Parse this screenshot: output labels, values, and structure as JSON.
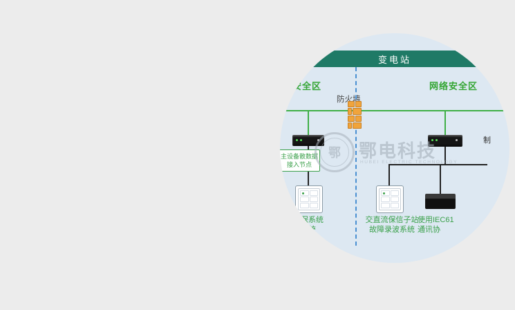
{
  "diagram": {
    "header": "变电站",
    "zone_left": "网络安全区",
    "zone_right": "网络安全区",
    "firewall_label": "防火墙",
    "node_box": {
      "line1": "主设备散数据",
      "line2": "接入节点"
    },
    "clipped_right_label": "制",
    "labels": {
      "left": {
        "line1": "保系统",
        "line2": "系统"
      },
      "middle": {
        "line1": "交直流保信子站",
        "line2": "故障录波系统"
      },
      "right": {
        "line1": "使用IEC61",
        "line2": "通讯协"
      }
    },
    "colors": {
      "page_bg": "#ececec",
      "circle_bg": "#dde8f2",
      "band": "#1f7a66",
      "zone_text": "#33a532",
      "line_green": "#3faf46",
      "dashed_blue": "#4a90d2",
      "label_green": "#3aa04a",
      "firewall_orange": "#f0a43c"
    }
  },
  "watermark": {
    "logo_glyph": "鄂",
    "brand": "鄂电科技",
    "caption": "HUBEI ELECTRIC TECHNOLOGY"
  }
}
